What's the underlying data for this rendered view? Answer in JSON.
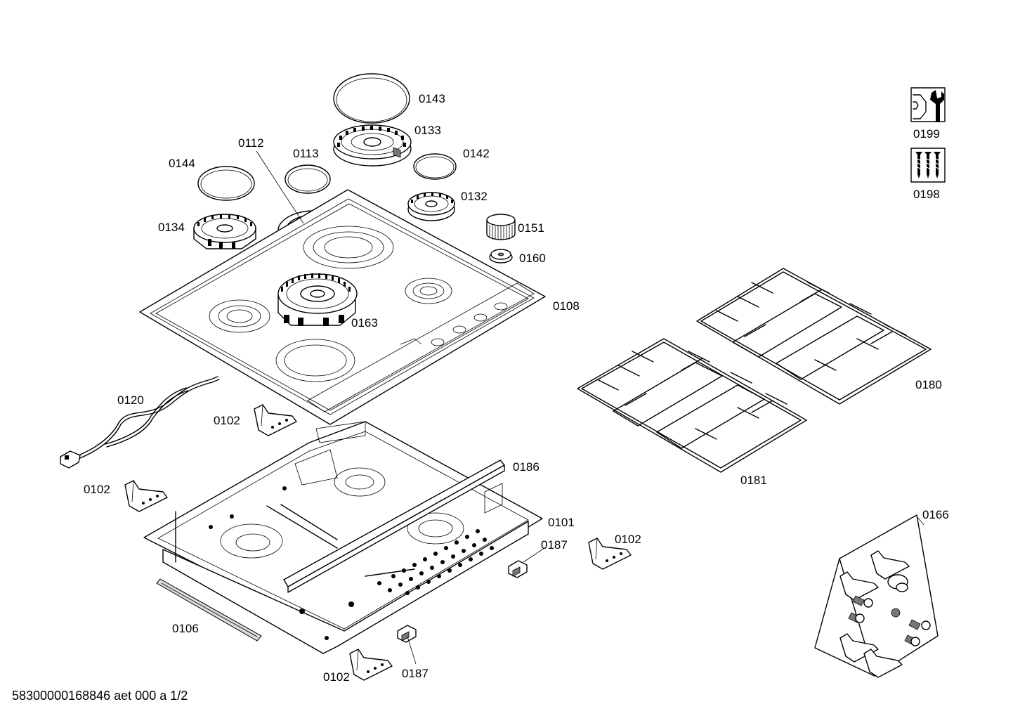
{
  "diagram": {
    "part_labels": {
      "p0143": "0143",
      "p0133": "0133",
      "p0112": "0112",
      "p0113": "0113",
      "p0142": "0142",
      "p0144": "0144",
      "p0132": "0132",
      "p0134": "0134",
      "p0151": "0151",
      "p0160": "0160",
      "p0108": "0108",
      "p0163": "0163",
      "p0120": "0120",
      "p0102_a": "0102",
      "p0102_b": "0102",
      "p0102_c": "0102",
      "p0102_d": "0102",
      "p0186": "0186",
      "p0101": "0101",
      "p0187_a": "0187",
      "p0187_b": "0187",
      "p0106": "0106",
      "p0180": "0180",
      "p0181": "0181",
      "p0166": "0166",
      "p0199": "0199",
      "p0198": "0198"
    },
    "icons": {
      "service_tool": "wrench-nut-icon",
      "screw_kit": "screws-icon"
    }
  },
  "footer": {
    "document_id": "58300000168846 aet 000 a 1/2"
  }
}
